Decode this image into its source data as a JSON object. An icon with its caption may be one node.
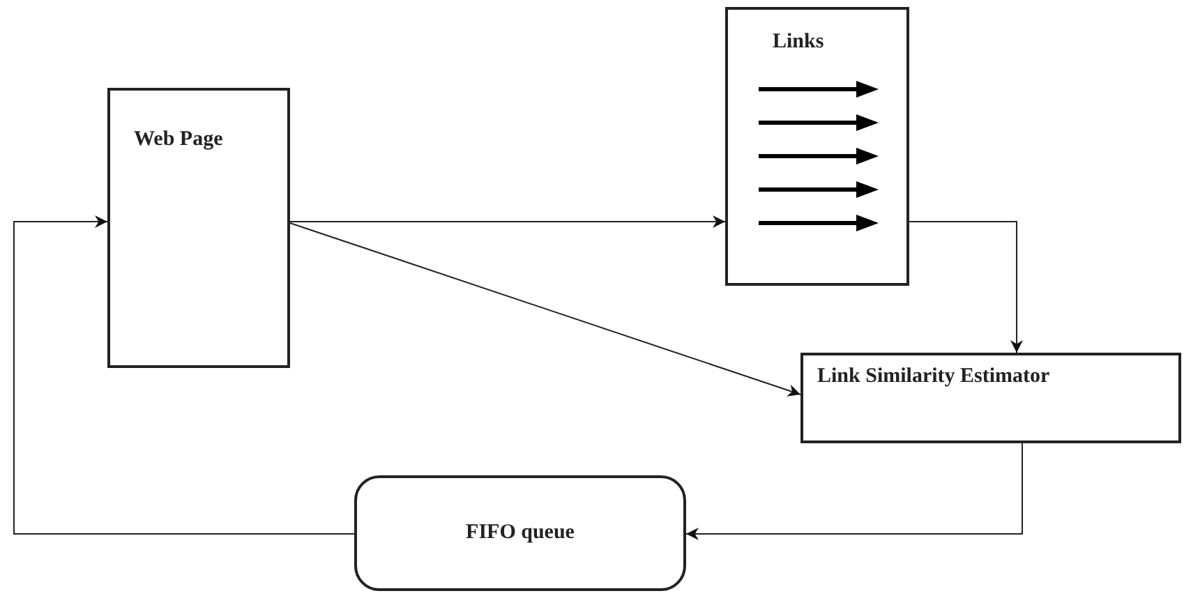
{
  "diagram": {
    "nodes": [
      {
        "text": [
          "Web Page"
        ]
      },
      {
        "text": [
          "Links"
        ]
      },
      {
        "text": [
          "Link Similarity Estimator"
        ]
      },
      {
        "text": [
          "FIFO queue"
        ]
      }
    ],
    "edges": [
      {
        "from": 0,
        "to": 1,
        "arrow": "to"
      },
      {
        "from": 0,
        "to": 2,
        "arrow": "to"
      },
      {
        "from": 1,
        "to": 2,
        "arrow": "to"
      },
      {
        "from": 2,
        "to": 3,
        "arrow": "to"
      },
      {
        "from": 3,
        "to": 0,
        "arrow": "to"
      }
    ]
  }
}
